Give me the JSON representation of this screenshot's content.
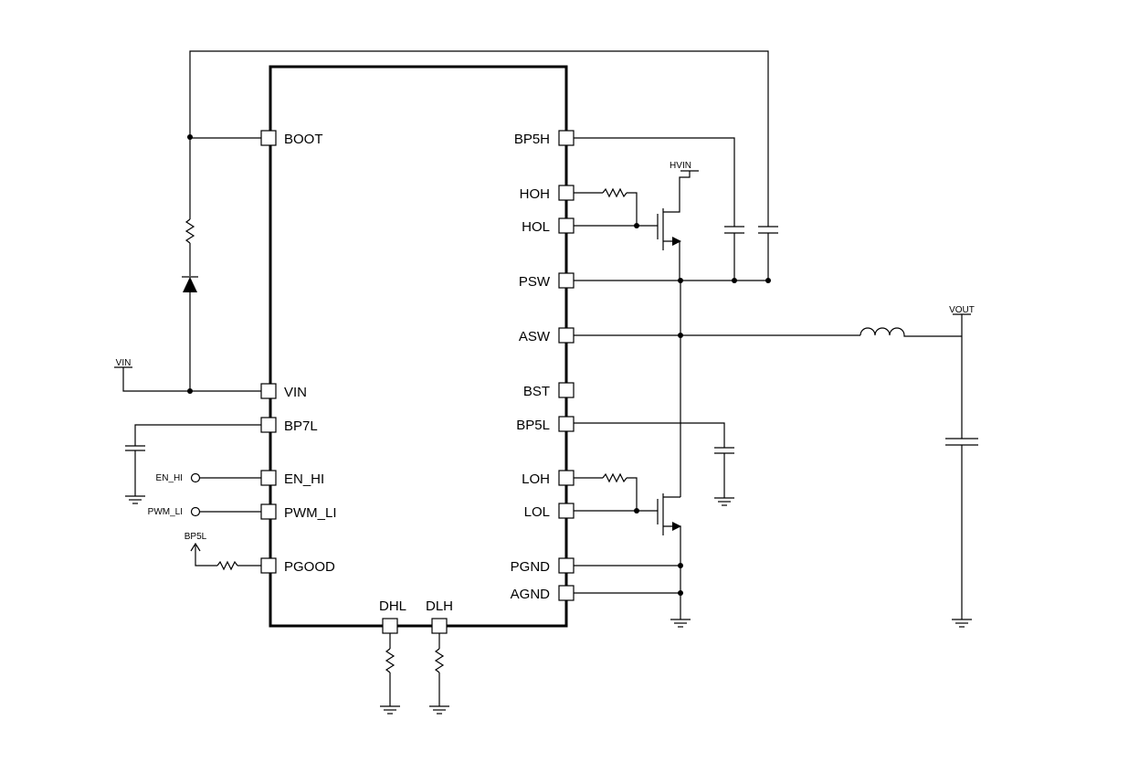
{
  "left_pins": [
    {
      "id": "boot",
      "label": "BOOT"
    },
    {
      "id": "vin",
      "label": "VIN"
    },
    {
      "id": "bp7l",
      "label": "BP7L"
    },
    {
      "id": "en_hi",
      "label": "EN_HI"
    },
    {
      "id": "pwm_li",
      "label": "PWM_LI"
    },
    {
      "id": "pgood",
      "label": "PGOOD"
    }
  ],
  "right_pins": [
    {
      "id": "bp5h",
      "label": "BP5H"
    },
    {
      "id": "hoh",
      "label": "HOH"
    },
    {
      "id": "hol",
      "label": "HOL"
    },
    {
      "id": "psw",
      "label": "PSW"
    },
    {
      "id": "asw",
      "label": "ASW"
    },
    {
      "id": "bst",
      "label": "BST"
    },
    {
      "id": "bp5l",
      "label": "BP5L"
    },
    {
      "id": "loh",
      "label": "LOH"
    },
    {
      "id": "lol",
      "label": "LOL"
    },
    {
      "id": "pgnd",
      "label": "PGND"
    },
    {
      "id": "agnd",
      "label": "AGND"
    }
  ],
  "bottom_pins": [
    {
      "id": "dhl",
      "label": "DHL"
    },
    {
      "id": "dlh",
      "label": "DLH"
    }
  ],
  "nets": {
    "vin": "VIN",
    "hvin": "HVIN",
    "vout": "VOUT",
    "en_hi": "EN_HI",
    "pwm_li": "PWM_LI",
    "bp5l": "BP5L"
  }
}
